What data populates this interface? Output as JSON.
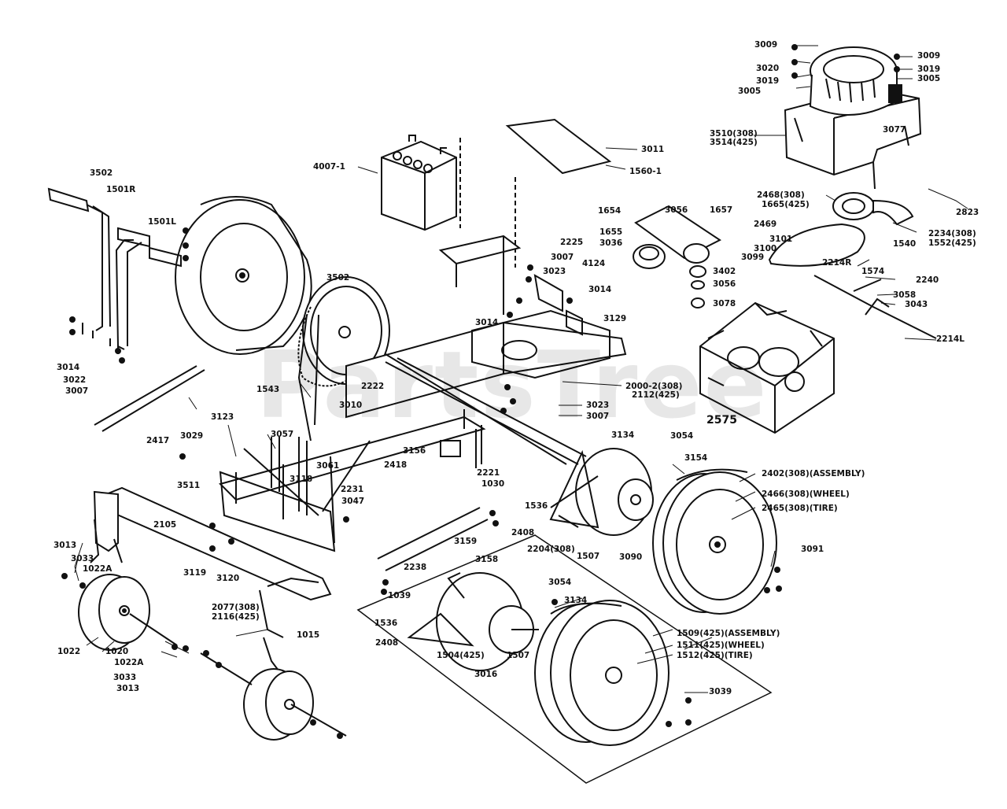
{
  "watermark": "PartsTree",
  "labels": [
    "3009",
    "3020",
    "3019",
    "3005",
    "3009",
    "3019",
    "3005",
    "3510(308)",
    "3514(425)",
    "3077",
    "3011",
    "1560-1",
    "4007-1",
    "3502",
    "1501R",
    "1501L",
    "1654",
    "3056",
    "1657",
    "2468(308)",
    "1665(425)",
    "2823",
    "2469",
    "1655",
    "3036",
    "1540",
    "2234(308)",
    "1552(425)",
    "3101",
    "3100",
    "3099",
    "2225",
    "3007",
    "3023",
    "4124",
    "3014",
    "3402",
    "3056",
    "2214R",
    "1574",
    "2240",
    "3058",
    "3043",
    "3078",
    "3014",
    "3129",
    "2214L",
    "3502",
    "3014",
    "3022",
    "3007",
    "2222",
    "1543",
    "3010",
    "2000-2(308)",
    "2112(425)",
    "3023",
    "3007",
    "2575",
    "3123",
    "3029",
    "3057",
    "3134",
    "3054",
    "3156",
    "2418",
    "2417",
    "3154",
    "3061",
    "3118",
    "2231",
    "3047",
    "2221",
    "1030",
    "2402(308)(ASSEMBLY)",
    "2466(308)(WHEEL)",
    "2465(308)(TIRE)",
    "3511",
    "2105",
    "1536",
    "2408",
    "3159",
    "2204(308)",
    "1507",
    "3090",
    "3013",
    "3033",
    "1022A",
    "3119",
    "3120",
    "2238",
    "3158",
    "3091",
    "2077(308)",
    "2116(425)",
    "1039",
    "3054",
    "3134",
    "1015",
    "1536",
    "1509(425)(ASSEMBLY)",
    "1022",
    "1020",
    "1022A",
    "2408",
    "1504(425)",
    "1507",
    "1511(425)(WHEEL)",
    "1512(425)(TIRE)",
    "3033",
    "3013",
    "3016",
    "3039"
  ]
}
